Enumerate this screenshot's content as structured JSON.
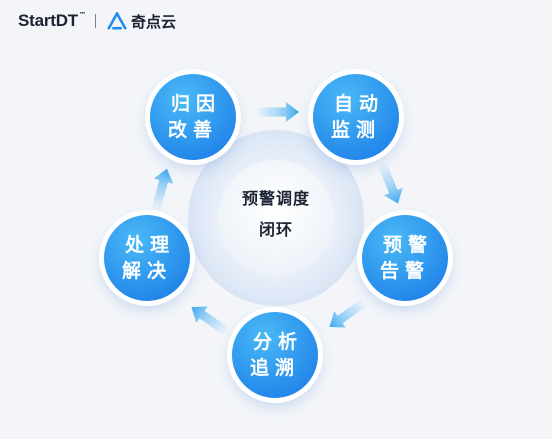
{
  "header": {
    "brand_name": "StartDT",
    "trademark": "™",
    "brand_cn": "奇点云",
    "icon": "startdt-logo-icon"
  },
  "diagram": {
    "center_label": "预警调度闭环",
    "center_lines": [
      "预警调度",
      "闭环"
    ],
    "steps": [
      {
        "label": "归因改善"
      },
      {
        "label": "自动监测"
      },
      {
        "label": "预警告警"
      },
      {
        "label": "分析追溯"
      },
      {
        "label": "处理解决"
      }
    ],
    "colors": {
      "node_top": "#49b9f6",
      "node_bottom": "#1777e6",
      "arrow": "#5cb8f2",
      "center_glow": "#dfe8f7",
      "background": "#f3f5f9"
    }
  }
}
